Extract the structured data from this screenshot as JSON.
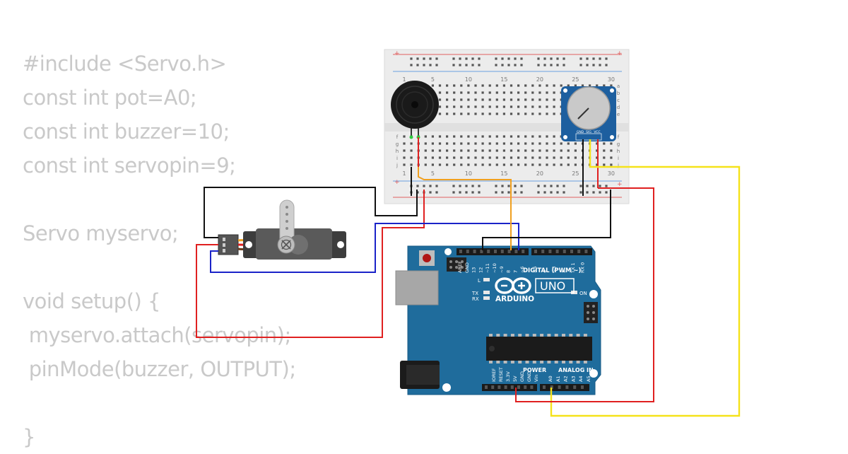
{
  "code_lines": [
    "#include <Servo.h>",
    "const int pot=A0;",
    "const int buzzer=10;",
    "const int servopin=9;",
    "",
    "Servo myservo;",
    "",
    "void setup() {",
    " myservo.attach(servopin);",
    " pinMode(buzzer, OUTPUT);",
    "",
    "}"
  ],
  "breadboard": {
    "column_numbers": [
      "1",
      "5",
      "10",
      "15",
      "20",
      "25",
      "30"
    ],
    "row_letters_top": [
      "a",
      "b",
      "c",
      "d",
      "e"
    ],
    "row_letters_bottom": [
      "f",
      "g",
      "h",
      "i",
      "j"
    ],
    "rail_plus": "+",
    "rail_minus": "-"
  },
  "potentiometer_module": {
    "pin_labels": [
      "GND",
      "SIG",
      "VCC"
    ]
  },
  "arduino": {
    "brand": "ARDUINO",
    "model": "UNO",
    "digital_label": "DIGITAL (PWM ~)",
    "power_label": "POWER",
    "analog_label": "ANALOG IN",
    "led_l": "L",
    "led_tx": "TX",
    "led_rx": "RX",
    "on_label": "ON",
    "digital_pins": [
      "AREF",
      "GND",
      "13",
      "12",
      "~11",
      "~10",
      "~9",
      "8",
      "7",
      "~6",
      "~5",
      "4",
      "~3",
      "2",
      "TX 1",
      "RX 0"
    ],
    "power_pins": [
      "IOREF",
      "RESET",
      "3.3V",
      "5V",
      "GND",
      "GND",
      "Vin"
    ],
    "analog_pins": [
      "A0",
      "A1",
      "A2",
      "A3",
      "A4",
      "A5"
    ]
  },
  "colors": {
    "wire_black": "#111111",
    "wire_red": "#e02020",
    "wire_blue": "#1a23c8",
    "wire_yellow": "#f5e21a",
    "wire_orange": "#f0a020",
    "board_blue": "#1f6c9c",
    "module_blue": "#1d5f9f",
    "code_text": "#c9c9c9"
  }
}
